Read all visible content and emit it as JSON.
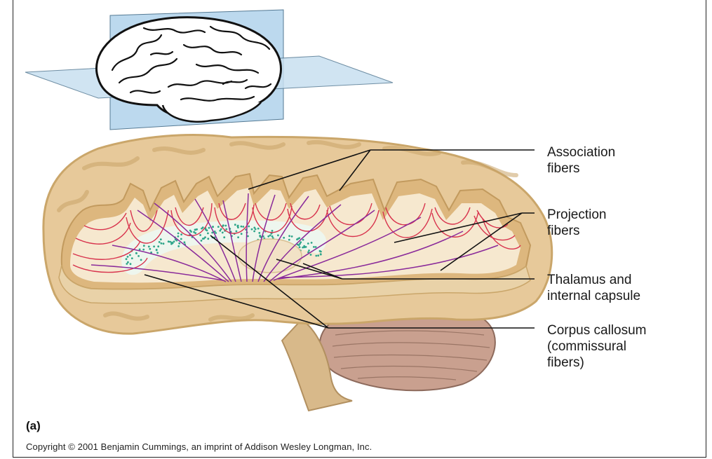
{
  "labels": {
    "association": "Association\nfibers",
    "projection": "Projection\nfibers",
    "thalamus": "Thalamus and\ninternal capsule",
    "corpus": "Corpus callosum\n(commissural\nfibers)"
  },
  "part_label": "(a)",
  "copyright": "Copyright © 2001 Benjamin Cummings, an imprint of Addison Wesley Longman, Inc.",
  "colors": {
    "cortex": "#e7c99a",
    "cortex_dark": "#caa66a",
    "white_matter": "#f6e8cf",
    "association_fiber": "#d8334d",
    "projection_fiber": "#8a2a9a",
    "corpus_dots": "#2fa58a",
    "cerebellum": "#c9a08f",
    "plane": "#bcd9ee"
  }
}
